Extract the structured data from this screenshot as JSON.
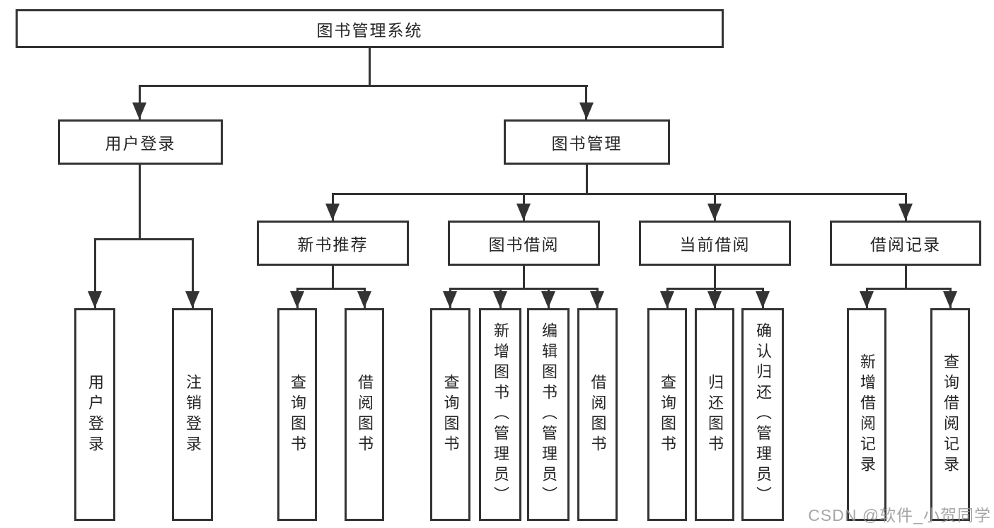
{
  "tree": {
    "label": "图书管理系统",
    "children": [
      {
        "label": "用户登录",
        "children": [
          {
            "label": "用户登录"
          },
          {
            "label": "注销登录"
          }
        ]
      },
      {
        "label": "图书管理",
        "children": [
          {
            "label": "新书推荐",
            "children": [
              {
                "label": "查询图书"
              },
              {
                "label": "借阅图书"
              }
            ]
          },
          {
            "label": "图书借阅",
            "children": [
              {
                "label": "查询图书"
              },
              {
                "label": "新增图书（管理员）"
              },
              {
                "label": "编辑图书（管理员）"
              },
              {
                "label": "借阅图书"
              }
            ]
          },
          {
            "label": "当前借阅",
            "children": [
              {
                "label": "查询图书"
              },
              {
                "label": "归还图书"
              },
              {
                "label": "确认归还（管理员）"
              }
            ]
          },
          {
            "label": "借阅记录",
            "children": [
              {
                "label": "新增借阅记录"
              },
              {
                "label": "查询借阅记录"
              }
            ]
          }
        ]
      }
    ]
  },
  "watermark": {
    "text": "CSDN @软件_小贺同学"
  },
  "colors": {
    "line": "#333333",
    "text": "#262626",
    "watermark": "#969696",
    "background": "#ffffff"
  }
}
